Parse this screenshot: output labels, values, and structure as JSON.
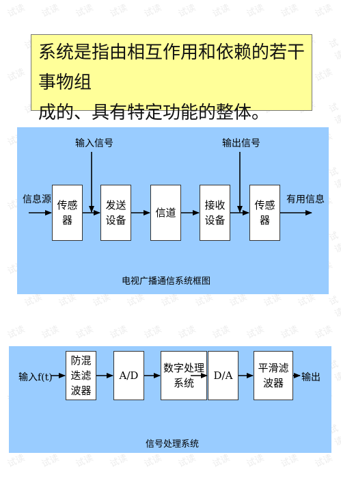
{
  "definition": {
    "line1": "系统是指由相互作用和依赖的若干事物组",
    "line2": "成的、具有特定功能的整体。"
  },
  "tv_diagram": {
    "caption": "电视广播通信系统框图",
    "source_label": "信息源",
    "sink_label": "有用信息",
    "input_label": "输入信号",
    "output_label": "输出信号",
    "blocks": {
      "sensor1": "传感器",
      "transmitter": "发送设备",
      "channel": "信道",
      "receiver": "接收设备",
      "sensor2": "传感器"
    }
  },
  "sp_diagram": {
    "caption": "信号处理系统",
    "input_label": "输入f(t)",
    "output_label": "输出",
    "blocks": {
      "antialias": "防混迭滤波器",
      "ad": "A/D",
      "dsp": "数字处理系统",
      "da": "D/A",
      "smoothing": "平滑滤波器"
    }
  },
  "watermark_text": "试读"
}
